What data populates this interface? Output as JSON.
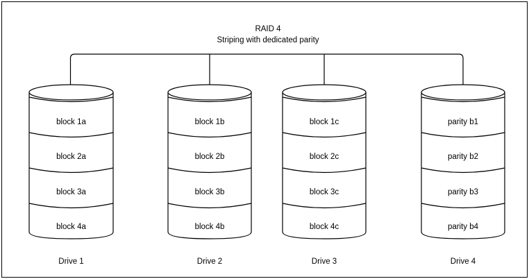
{
  "diagram": {
    "title_line1": "RAID 4",
    "title_line2": "Striping with dedicated parity",
    "stroke_color": "#000000",
    "background_color": "#ffffff",
    "drives": [
      {
        "label": "Drive 1",
        "blocks": [
          "block 1a",
          "block 2a",
          "block 3a",
          "block 4a"
        ]
      },
      {
        "label": "Drive 2",
        "blocks": [
          "block 1b",
          "block 2b",
          "block 3b",
          "block 4b"
        ]
      },
      {
        "label": "Drive 3",
        "blocks": [
          "block 1c",
          "block 2c",
          "block 3c",
          "block 4c"
        ]
      },
      {
        "label": "Drive 4",
        "blocks": [
          "parity b1",
          "parity b2",
          "parity b3",
          "parity b4"
        ]
      }
    ]
  }
}
